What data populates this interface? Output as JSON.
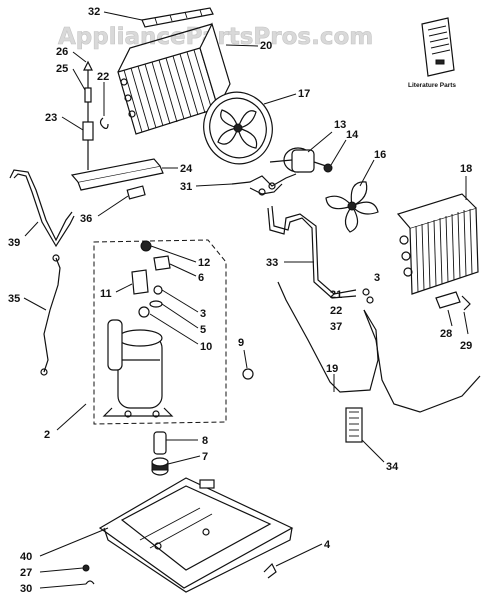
{
  "watermark": "AppliancePartsPros.com",
  "literature_label": "Literature Parts",
  "callouts": {
    "c32": "32",
    "c26": "26",
    "c25": "25",
    "c22a": "22",
    "c20": "20",
    "c23": "23",
    "c17": "17",
    "c13": "13",
    "c14": "14",
    "c16": "16",
    "c18": "18",
    "c24": "24",
    "c31": "31",
    "c36": "36",
    "c39": "39",
    "c12": "12",
    "c6": "6",
    "c11": "11",
    "c3a": "3",
    "c5": "5",
    "c10": "10",
    "c33": "33",
    "c3b": "3",
    "c21": "21",
    "c22b": "22",
    "c37": "37",
    "c28": "28",
    "c29": "29",
    "c35": "35",
    "c9": "9",
    "c19": "19",
    "c2": "2",
    "c8": "8",
    "c7": "7",
    "c34": "34",
    "c40": "40",
    "c4": "4",
    "c27": "27",
    "c30": "30"
  }
}
